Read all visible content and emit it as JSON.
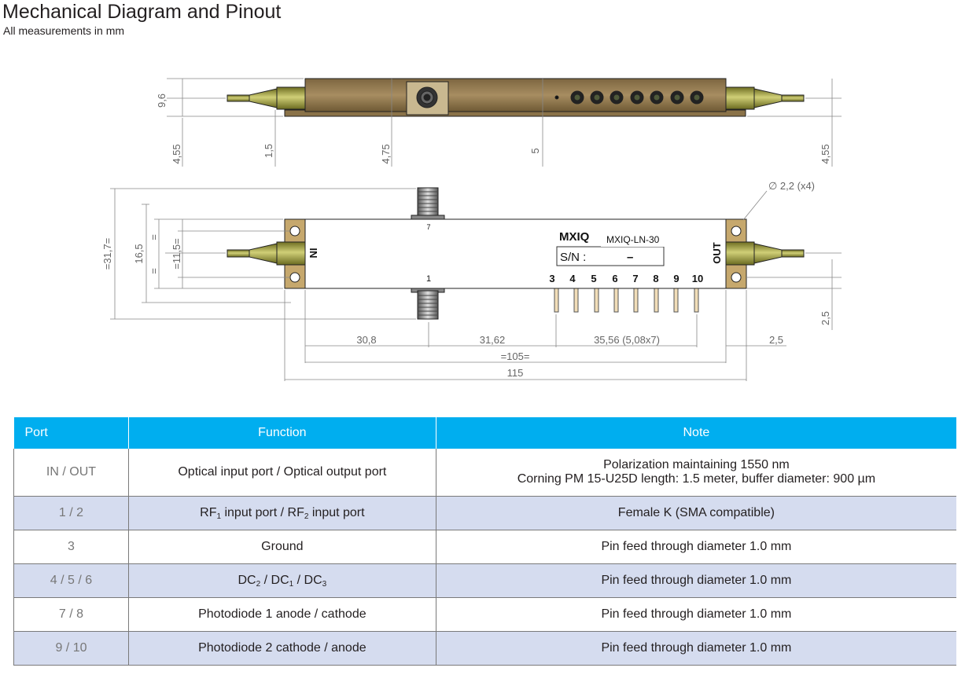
{
  "heading": {
    "title": "Mechanical Diagram and Pinout",
    "subtitle": "All measurements in mm"
  },
  "top_view": {
    "dims": [
      "9,6",
      "4,55",
      "1,5",
      "4,75",
      "5",
      "4,55"
    ]
  },
  "plan_view": {
    "dims_left": [
      "=31,7=",
      "16,5",
      "=",
      "=",
      "=11,5="
    ],
    "dims_bottom": [
      "30,8",
      "31,62",
      "35,56 (5,08x7)",
      "2,5",
      "=105=",
      "115"
    ],
    "dim_right": "2,5",
    "hole_callout": "∅ 2,2 (x4)",
    "in_label": "IN",
    "out_label": "OUT",
    "rf_top_port": "7",
    "rf_bottom_port": "1",
    "model_text_partial": "MXIQ",
    "model_label": "MXIQ-LN-30",
    "sn_label": "S/N :",
    "sn_value": "–",
    "pin_numbers": [
      "3",
      "4",
      "5",
      "6",
      "7",
      "8",
      "9",
      "10"
    ]
  },
  "colors": {
    "header_bg": "#00aeef",
    "alt_row_bg": "#d5dcef",
    "housing": "#9c845c",
    "fiber": "#a9a84a"
  },
  "table": {
    "headers": [
      "Port",
      "Function",
      "Note"
    ],
    "rows": [
      {
        "port": "IN / OUT",
        "function": "Optical input port / Optical output port",
        "note_line1": "Polarization maintaining 1550 nm",
        "note_line2": "Corning PM 15-U25D length: 1.5 meter, buffer diameter: 900 µm"
      },
      {
        "port": "1 / 2",
        "fn_a": "RF",
        "fn_a_sub": "1",
        "fn_b": " input port / RF",
        "fn_b_sub": "2",
        "fn_c": " input port",
        "note": "Female K (SMA compatible)"
      },
      {
        "port": "3",
        "function": "Ground",
        "note": "Pin feed through diameter 1.0 mm"
      },
      {
        "port": "4 / 5 / 6",
        "fn_a": "DC",
        "fn_a_sub": "2",
        "fn_b": " / DC",
        "fn_b_sub": "1",
        "fn_c": " / DC",
        "fn_c_sub": "3",
        "note": "Pin feed through diameter 1.0 mm"
      },
      {
        "port": "7 / 8",
        "function": "Photodiode 1 anode / cathode",
        "note": "Pin feed through diameter 1.0 mm"
      },
      {
        "port": "9 / 10",
        "function": "Photodiode 2 cathode / anode",
        "note": "Pin feed through diameter 1.0 mm"
      }
    ]
  }
}
